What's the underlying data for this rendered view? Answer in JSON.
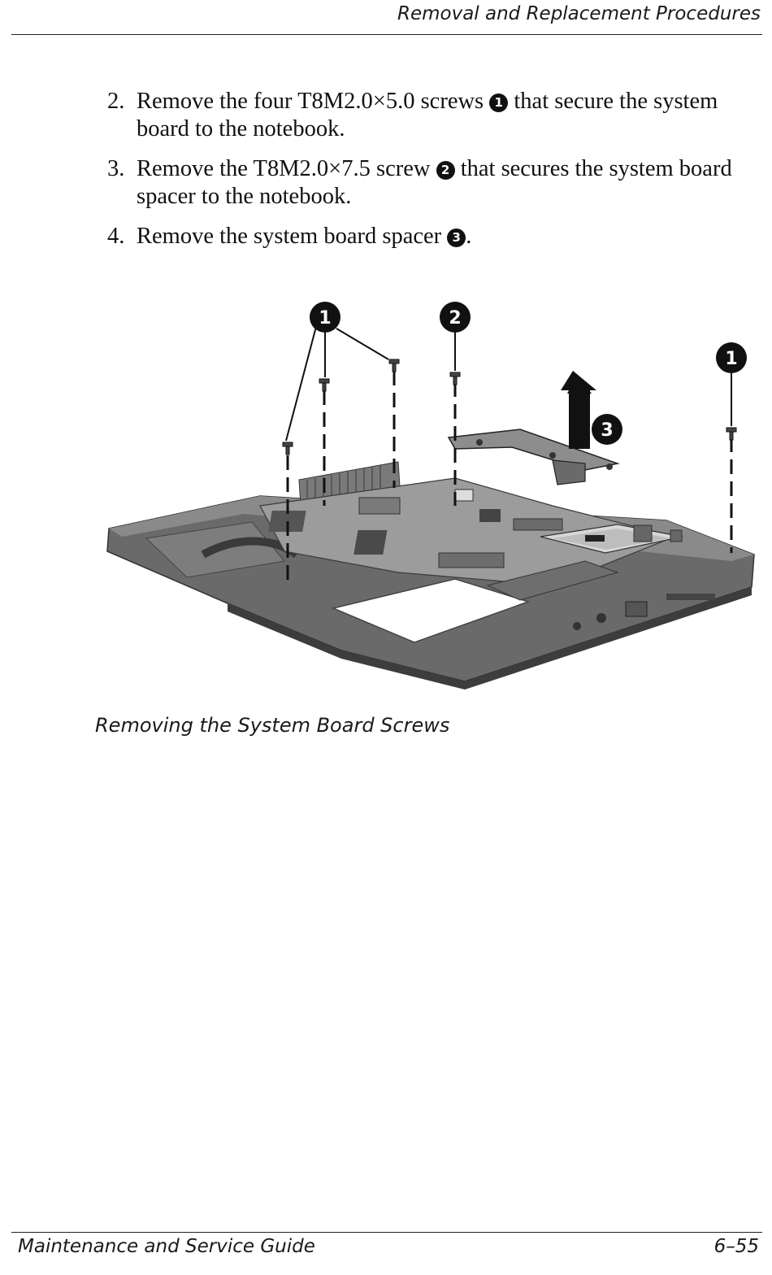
{
  "header": {
    "title": "Removal and Replacement Procedures"
  },
  "steps": [
    {
      "number": "2.",
      "before": "Remove the four T8M2.0×5.0 screws ",
      "callout": "1",
      "after": " that secure the system board to the notebook."
    },
    {
      "number": "3.",
      "before": "Remove the T8M2.0×7.5 screw ",
      "callout": "2",
      "after": " that secures the system board spacer to the notebook."
    },
    {
      "number": "4.",
      "before": "Remove the system board spacer ",
      "callout": "3",
      "after": "."
    }
  ],
  "figure": {
    "callouts": [
      "1",
      "2",
      "1",
      "3"
    ]
  },
  "caption": "Removing the System Board Screws",
  "footer": {
    "left": "Maintenance and Service Guide",
    "right": "6–55"
  }
}
